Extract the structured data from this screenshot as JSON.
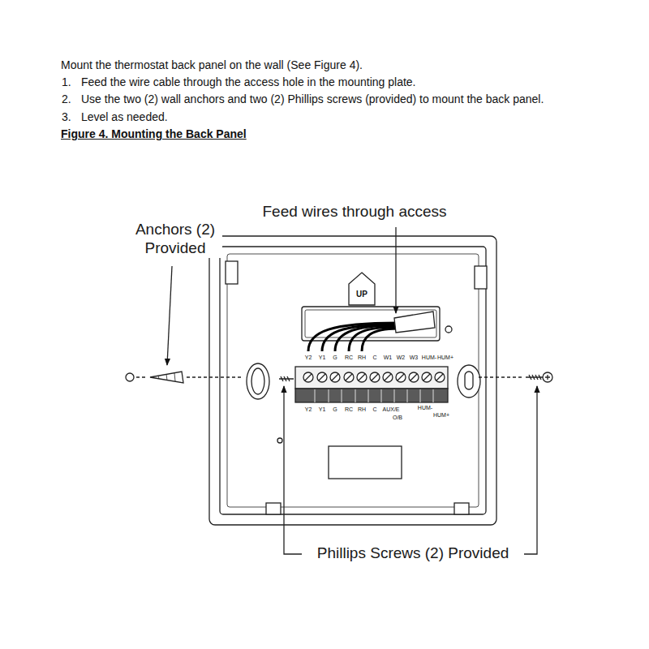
{
  "diagram": {
    "title": "Figure 4. Mounting the Back Panel",
    "labels": [
      "Mount the thermostat back panel on the wall (See Figure 4).",
      "1.",
      "Feed the wire cable through the access hole in the mounting plate.",
      "2.",
      "Use the two (2) wall anchors and two (2) Phillips screws (provided) to mount the back panel.",
      "3.",
      "Level as needed.",
      "Feed wires through access",
      "Anchors (2) Provided",
      "Phillips Screws (2) Provided",
      "UP",
      "Y2",
      "Y1",
      "G",
      "RC",
      "RH",
      "C",
      "W1",
      "W2",
      "W3",
      "HUM-",
      "HUM+",
      "Y2",
      "Y1",
      "G",
      "RC",
      "RH",
      "C",
      "AUX/E",
      "O/B",
      "HUM-",
      "HUM+"
    ]
  }
}
